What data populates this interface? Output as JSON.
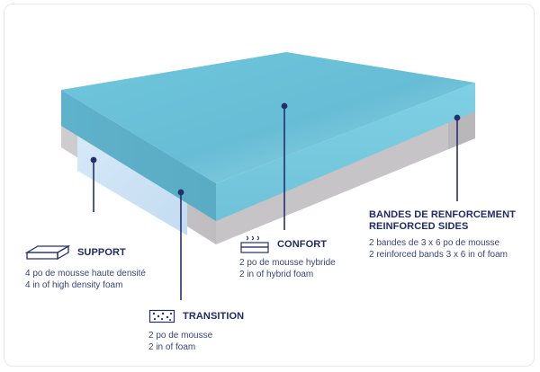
{
  "colors": {
    "navy": "#1f2a66",
    "top": "#6cc3d9",
    "side_gray": "#c9c7c9",
    "transition": "#d8ecc0",
    "support": "#cfe4f5"
  },
  "icons": {
    "support": "foam-block-icon",
    "transition": "textured-foam-icon",
    "confort": "hybrid-foam-icon"
  },
  "labels": {
    "support": {
      "title": "SUPPORT",
      "line1": "4 po de mousse haute densité",
      "line2": "4 in of high density foam"
    },
    "transition": {
      "title": "TRANSITION",
      "line1": "2 po de mousse",
      "line2": "2 in of foam"
    },
    "confort": {
      "title": "CONFORT",
      "line1": "2 po de mousse hybride",
      "line2": "2 in of hybrid foam"
    },
    "bandes": {
      "title1": "BANDES DE RENFORCEMENT",
      "title2": "REINFORCED SIDES",
      "line1": "2 bandes de 3 x 6 po de mousse",
      "line2": "2 reinforced bands 3 x 6 in of foam"
    }
  }
}
